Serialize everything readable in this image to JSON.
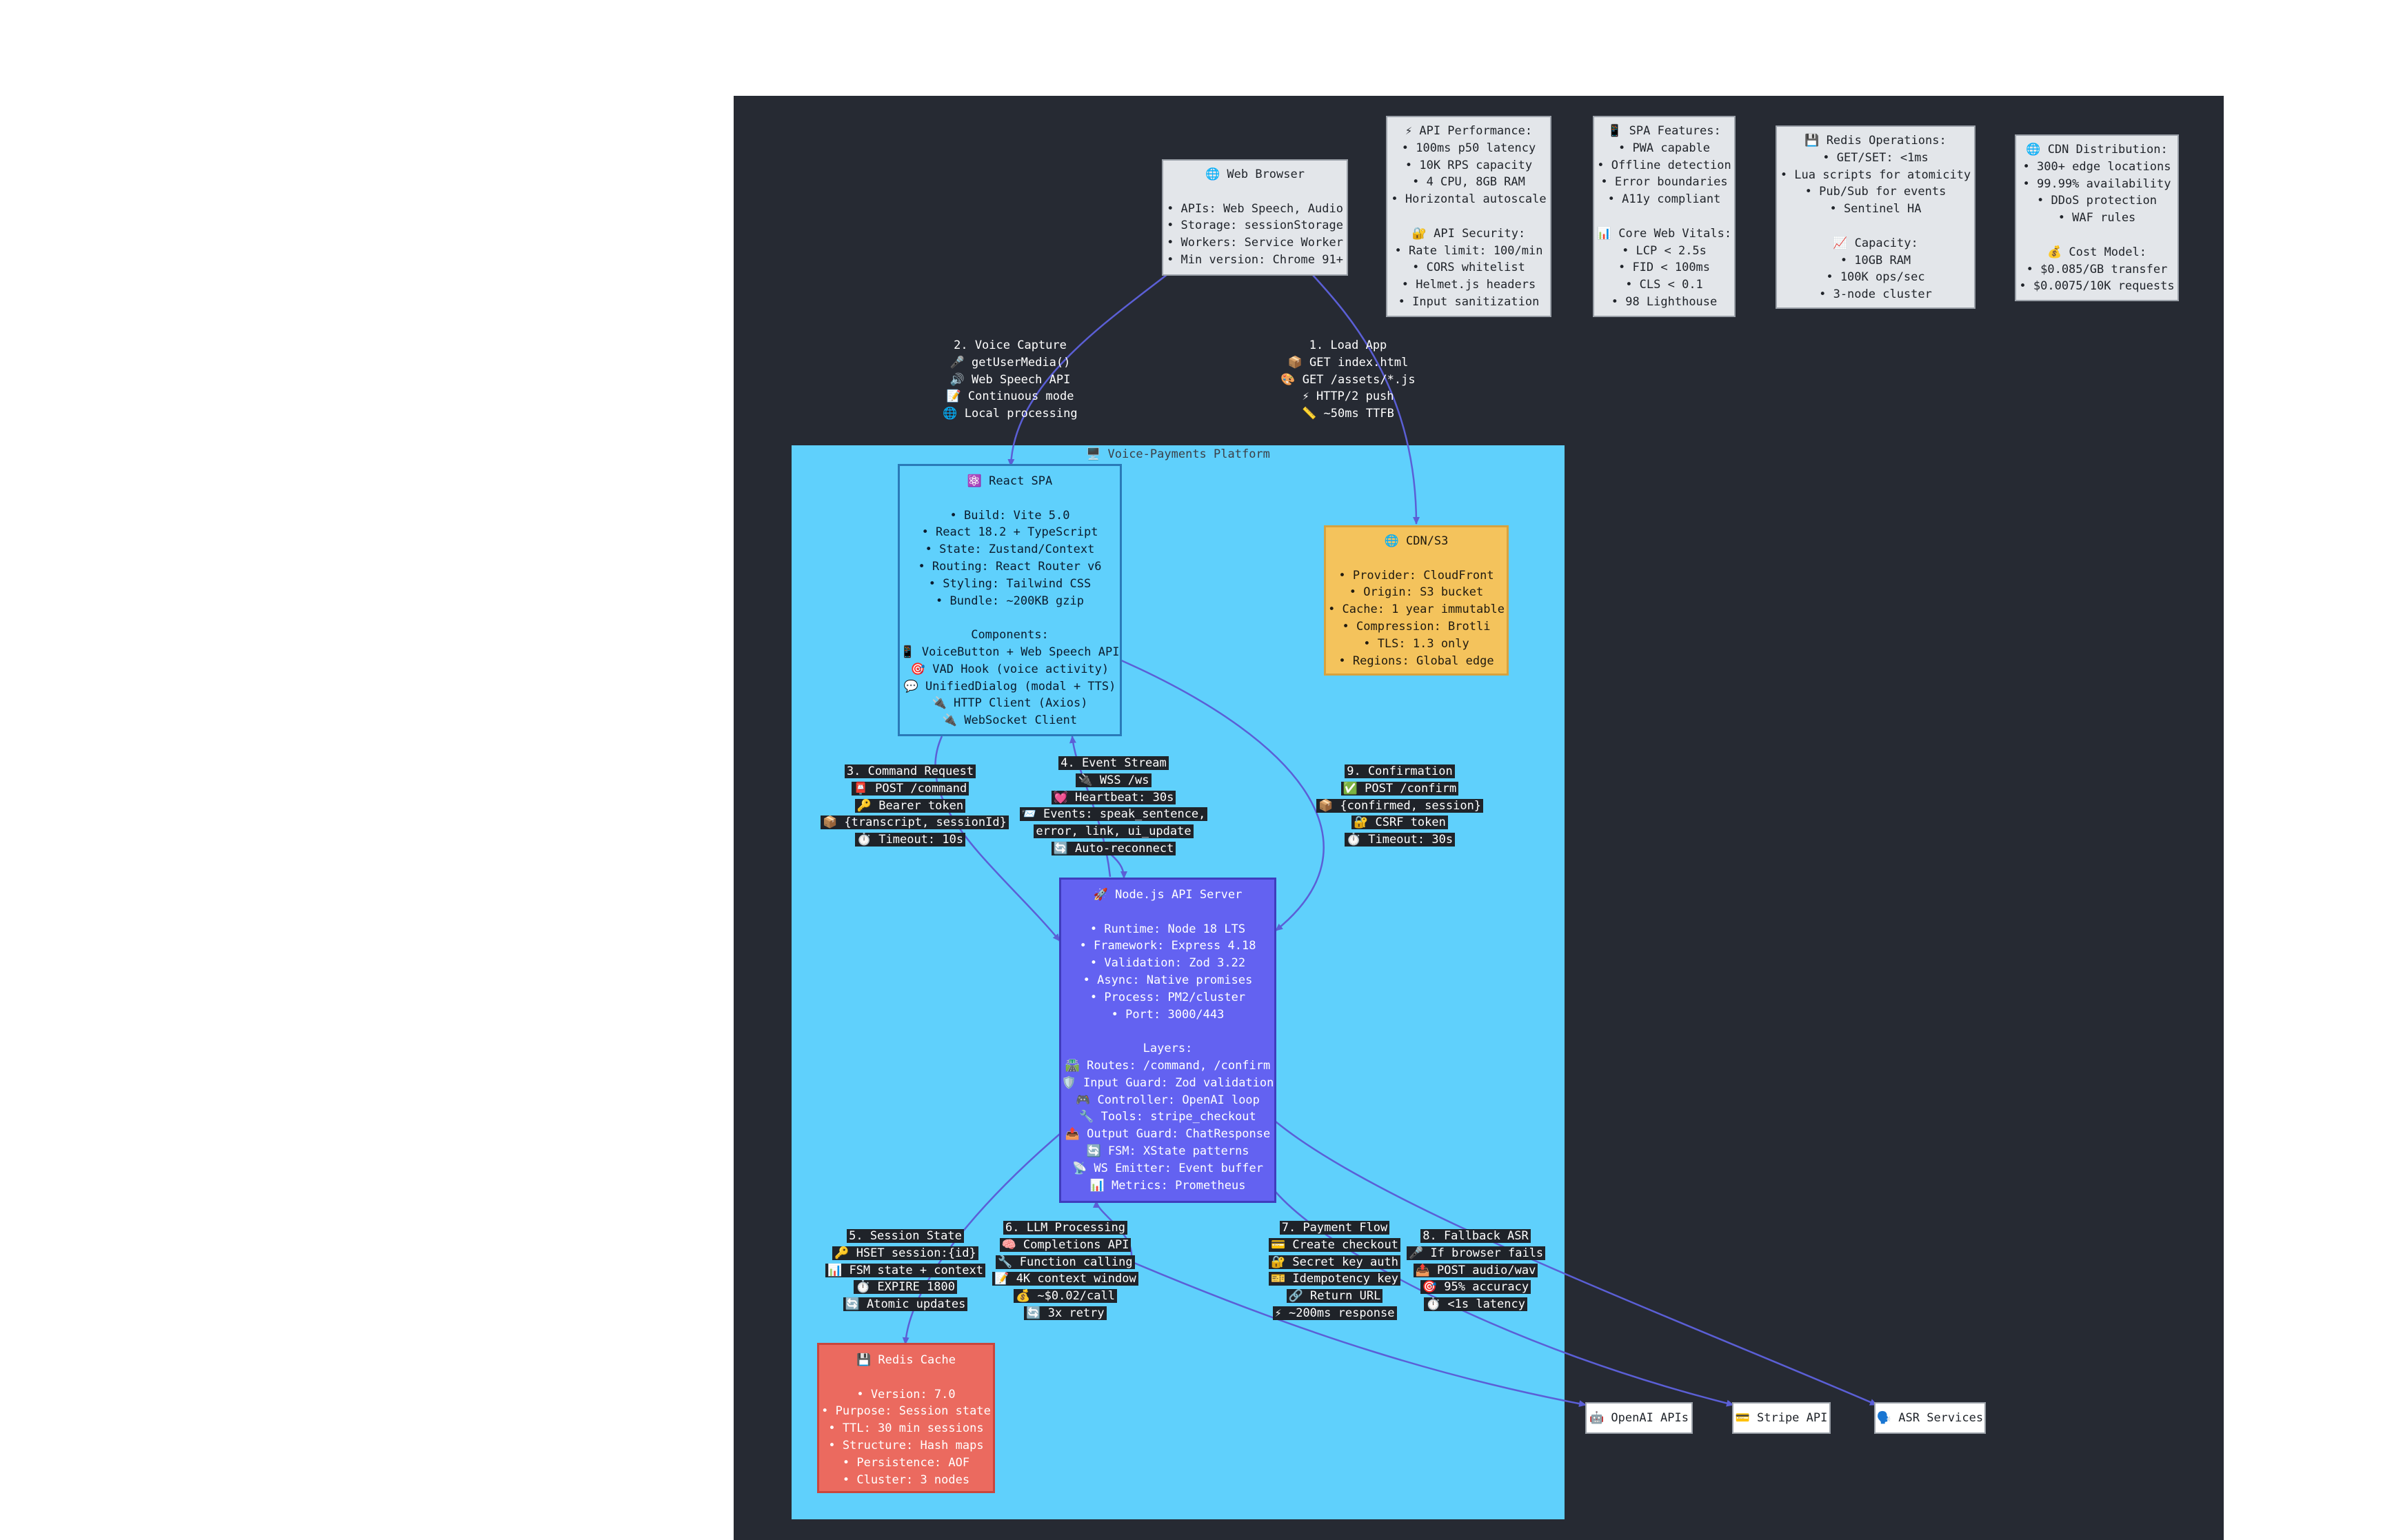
{
  "platform_title": "🖥️ Voice-Payments Platform",
  "nodes": {
    "browser": [
      "🌐 Web Browser",
      "",
      "• APIs: Web Speech, Audio",
      "• Storage: sessionStorage",
      "• Workers: Service Worker",
      "• Min version: Chrome 91+"
    ],
    "spa": [
      "⚛️ React SPA",
      "",
      "• Build: Vite 5.0",
      "• React 18.2 + TypeScript",
      "• State: Zustand/Context",
      "• Routing: React Router v6",
      "• Styling: Tailwind CSS",
      "• Bundle: ~200KB gzip",
      "",
      "Components:",
      "📱 VoiceButton + Web Speech API",
      "🎯 VAD Hook (voice activity)",
      "💬 UnifiedDialog (modal + TTS)",
      "🔌 HTTP Client (Axios)",
      "🔌 WebSocket Client"
    ],
    "cdn": [
      "🌐 CDN/S3",
      "",
      "• Provider: CloudFront",
      "• Origin: S3 bucket",
      "• Cache: 1 year immutable",
      "• Compression: Brotli",
      "• TLS: 1.3 only",
      "• Regions: Global edge"
    ],
    "api": [
      "🚀 Node.js API Server",
      "",
      "• Runtime: Node 18 LTS",
      "• Framework: Express 4.18",
      "• Validation: Zod 3.22",
      "• Async: Native promises",
      "• Process: PM2/cluster",
      "• Port: 3000/443",
      "",
      "Layers:",
      "🛣️ Routes: /command, /confirm",
      "🛡️ Input Guard: Zod validation",
      "🎮 Controller: OpenAI loop",
      "🔧 Tools: stripe_checkout",
      "📤 Output Guard: ChatResponse",
      "🔄 FSM: XState patterns",
      "📡 WS Emitter: Event buffer",
      "📊 Metrics: Prometheus"
    ],
    "redis": [
      "💾 Redis Cache",
      "",
      "• Version: 7.0",
      "• Purpose: Session state",
      "• TTL: 30 min sessions",
      "• Structure: Hash maps",
      "• Persistence: AOF",
      "• Cluster: 3 nodes"
    ],
    "openai": "🤖 OpenAI APIs",
    "stripe": "💳 Stripe API",
    "asr": "🗣️ ASR Services"
  },
  "notes": {
    "api_perf": [
      "⚡ API Performance:",
      "• 100ms p50 latency",
      "• 10K RPS capacity",
      "• 4 CPU, 8GB RAM",
      "• Horizontal autoscale",
      "",
      "🔐 API Security:",
      "• Rate limit: 100/min",
      "• CORS whitelist",
      "• Helmet.js headers",
      "• Input sanitization"
    ],
    "spa_features": [
      "📱 SPA Features:",
      "• PWA capable",
      "• Offline detection",
      "• Error boundaries",
      "• A11y compliant",
      "",
      "📊 Core Web Vitals:",
      "• LCP < 2.5s",
      "• FID < 100ms",
      "• CLS < 0.1",
      "• 98 Lighthouse"
    ],
    "redis_ops": [
      "💾 Redis Operations:",
      "• GET/SET: <1ms",
      "• Lua scripts for atomicity",
      "• Pub/Sub for events",
      "• Sentinel HA",
      "",
      "📈 Capacity:",
      "• 10GB RAM",
      "• 100K ops/sec",
      "• 3-node cluster"
    ],
    "cdn_dist": [
      "🌐 CDN Distribution:",
      "• 300+ edge locations",
      "• 99.99% availability",
      "• DDoS protection",
      "• WAF rules",
      "",
      "💰 Cost Model:",
      "• $0.085/GB transfer",
      "• $0.0075/10K requests"
    ]
  },
  "edges": {
    "voice_capture": [
      "2. Voice Capture",
      "🎤 getUserMedia()",
      "🔊 Web Speech API",
      "📝 Continuous mode",
      "🌐 Local processing"
    ],
    "load_app": [
      "1. Load App",
      "📦 GET index.html",
      "🎨 GET /assets/*.js",
      "⚡ HTTP/2 push",
      "📏 ~50ms TTFB"
    ],
    "command": [
      "3. Command Request",
      "📮 POST /command",
      "🔑 Bearer token",
      "📦 {transcript, sessionId}",
      "⏱️ Timeout: 10s"
    ],
    "event_stream": [
      "4. Event Stream",
      "🔌 WSS /ws",
      "💓 Heartbeat: 30s",
      "📨 Events: speak_sentence,",
      "error, link, ui_update",
      "🔄 Auto-reconnect"
    ],
    "confirmation": [
      "9. Confirmation",
      "✅ POST /confirm",
      "📦 {confirmed, session}",
      "🔐 CSRF token",
      "⏱️ Timeout: 30s"
    ],
    "session_state": [
      "5. Session State",
      "🔑 HSET session:{id}",
      "📊 FSM state + context",
      "⏱️ EXPIRE 1800",
      "🔄 Atomic updates"
    ],
    "llm": [
      "6. LLM Processing",
      "🧠 Completions API",
      "🔧 Function calling",
      "📝 4K context window",
      "💰 ~$0.02/call",
      "🔄 3x retry"
    ],
    "payment": [
      "7. Payment Flow",
      "💳 Create checkout",
      "🔐 Secret key auth",
      "🎫 Idempotency key",
      "🔗 Return URL",
      "⚡ ~200ms response"
    ],
    "fallback": [
      "8. Fallback ASR",
      "🎤 If browser fails",
      "📤 POST audio/wav",
      "🎯 95% accuracy",
      "⏱️ <1s latency"
    ]
  },
  "colors": {
    "canvas": "#262a33",
    "platform": "#5fd0fc",
    "spa": "#5fd0fc",
    "cdn": "#f4c35c",
    "api": "#6362f1",
    "redis": "#eb6a5f",
    "edge": "#5b5fd6",
    "note": "#e3e6ea"
  }
}
